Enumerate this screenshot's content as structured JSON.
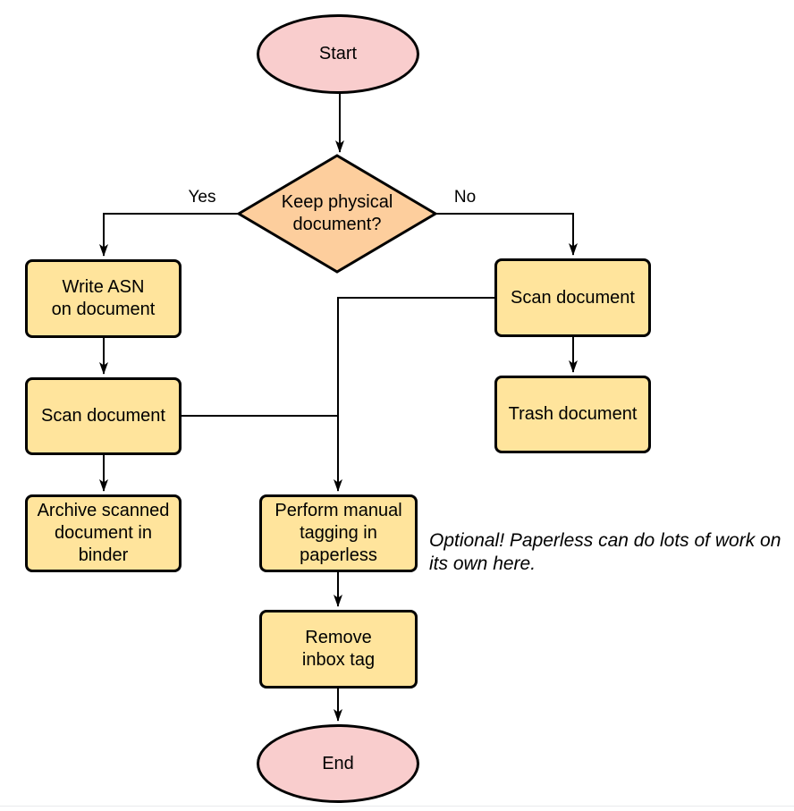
{
  "nodes": {
    "start": {
      "label": "Start",
      "type": "terminator"
    },
    "decision": {
      "label": "Keep physical\ndocument?",
      "type": "decision"
    },
    "write_asn": {
      "label": "Write ASN\non document",
      "type": "process"
    },
    "scan_left": {
      "label": "Scan document",
      "type": "process"
    },
    "archive": {
      "label": "Archive scanned\ndocument in\nbinder",
      "type": "process"
    },
    "scan_right": {
      "label": "Scan document",
      "type": "process"
    },
    "trash": {
      "label": "Trash document",
      "type": "process"
    },
    "tagging": {
      "label": "Perform manual\ntagging in\npaperless",
      "type": "process"
    },
    "remove_inbox": {
      "label": "Remove\ninbox tag",
      "type": "process"
    },
    "end": {
      "label": "End",
      "type": "terminator"
    }
  },
  "edge_labels": {
    "yes": "Yes",
    "no": "No"
  },
  "note": {
    "text": "Optional! Paperless can do lots of work on\nits own here."
  },
  "colors": {
    "terminator_fill": "#f9cdcd",
    "decision_fill": "#fdce9d",
    "process_fill": "#ffe49c",
    "stroke": "#000000",
    "bottom_rule": "#e9eaec"
  }
}
